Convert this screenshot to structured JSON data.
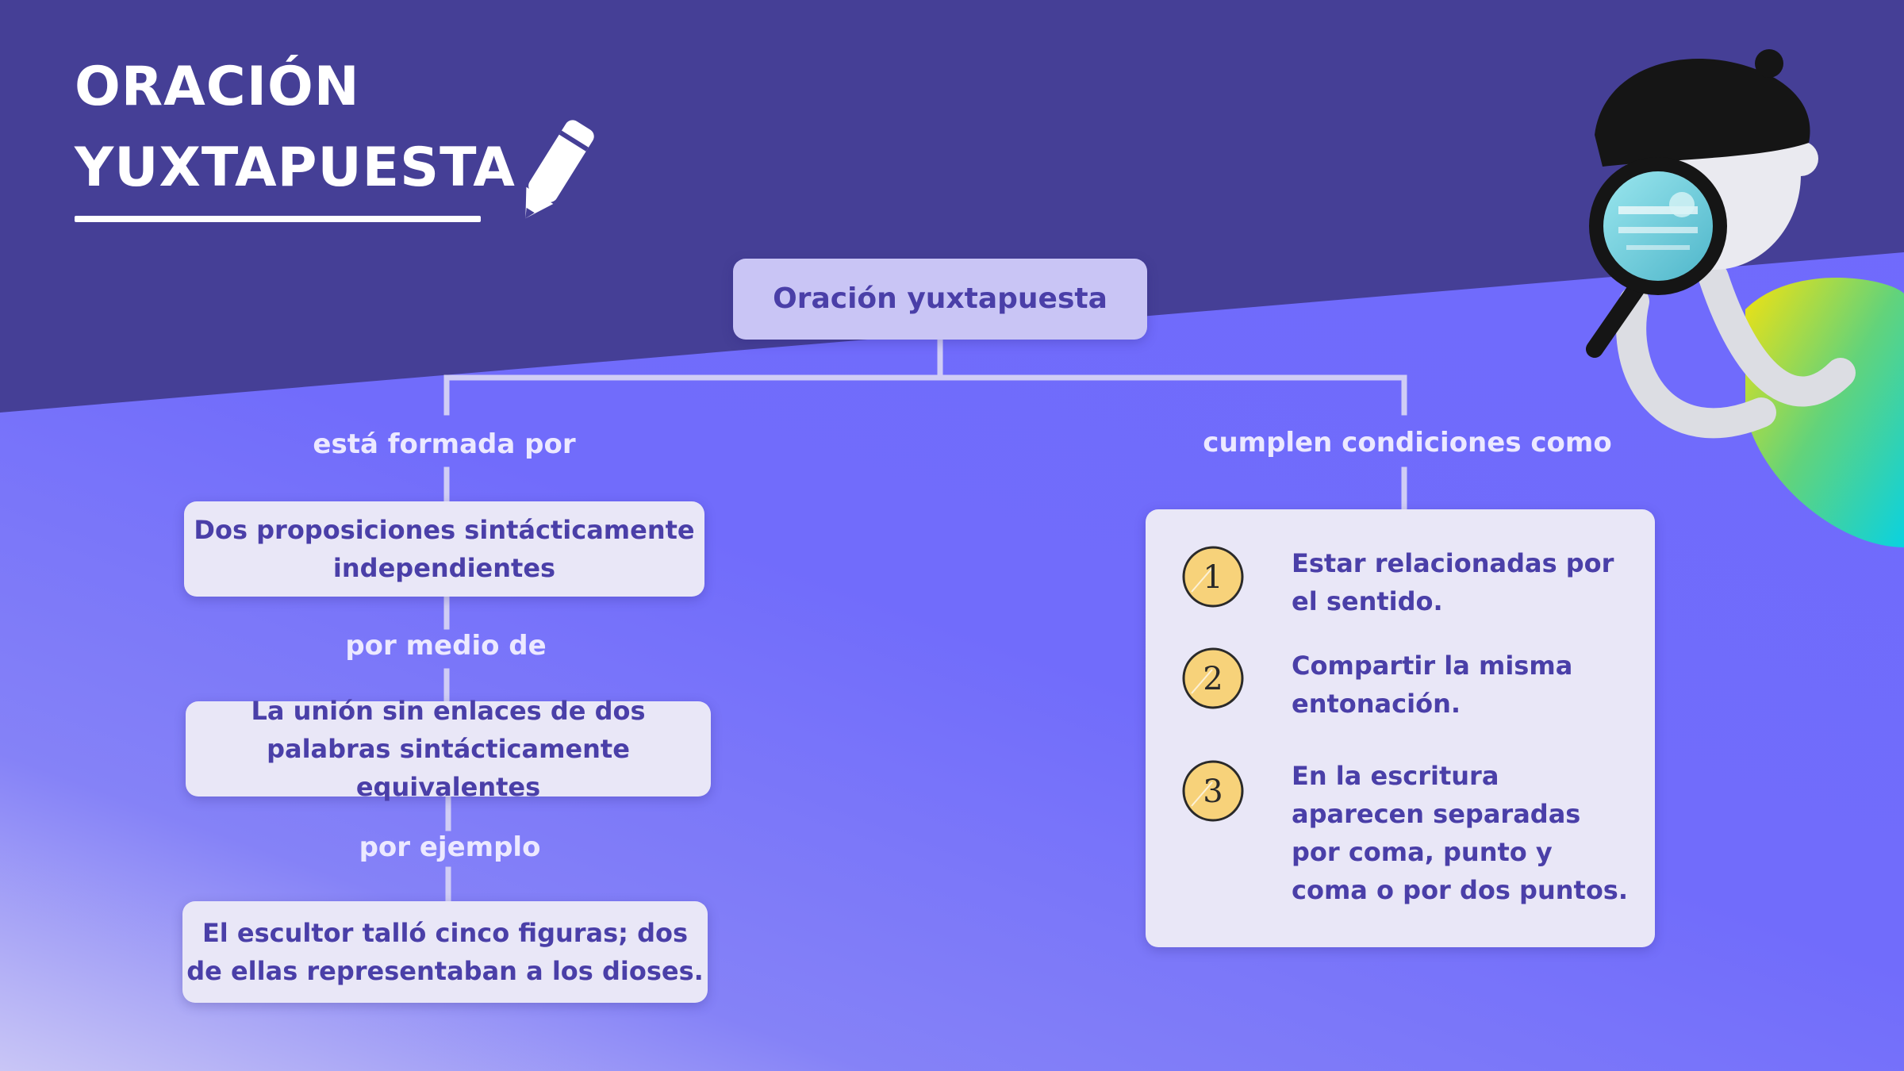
{
  "slide": {
    "title_line1": "ORACIÓN",
    "title_line2": "YUXTAPUESTA"
  },
  "diagram": {
    "root": "Oración yuxtapuesta",
    "left_branch": {
      "label1": "está formada por",
      "box1": "Dos proposiciones sintácticamente independientes",
      "label2": "por medio de",
      "box2": "La unión sin enlaces de dos palabras sintácticamente equivalentes",
      "label3": "por ejemplo",
      "box3": "El escultor talló cinco figuras; dos de ellas representaban a los dioses."
    },
    "right_branch": {
      "label": "cumplen condiciones como",
      "conditions": [
        {
          "number": "1",
          "text": "Estar relacionadas por el sentido."
        },
        {
          "number": "2",
          "text": "Compartir la misma entonación."
        },
        {
          "number": "3",
          "text": "En la escritura aparecen separadas por coma, punto y coma o por dos puntos."
        }
      ]
    }
  },
  "colors": {
    "header_band": "#453f96",
    "background": "#716cfb",
    "node_fill": "#e9e7f7",
    "root_fill": "#c9c5f5",
    "text_accent": "#4a3fa8",
    "connector": "#d0cdf5",
    "number_badge": "#f7d27a"
  },
  "icons": [
    "pencil-icon",
    "detective-illustration",
    "magnifying-glass-icon"
  ]
}
